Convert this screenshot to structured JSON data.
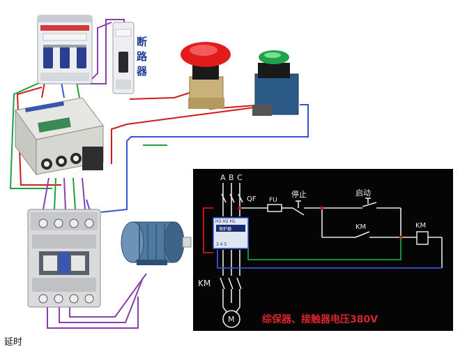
{
  "breaker_label": "断路器",
  "bottom_label": "延时",
  "schematic": {
    "phase_a": "A",
    "phase_b": "B",
    "phase_c": "C",
    "qf": "QF",
    "fu": "FU",
    "stop": "停止",
    "start": "启动",
    "km_hold": "KM",
    "km_coil": "KM",
    "km_main": "KM",
    "protector": "保护器",
    "protector_terminals_top": "H3 H2 H1",
    "protector_terminals_bottom": "3  4  5",
    "motor": "M",
    "caption": "综保器、接触器电压380V"
  },
  "colors": {
    "schematic_bg": "#050505",
    "wire_white": "#e8e8e8",
    "wire_red": "#d11a1a",
    "wire_green": "#17a33a",
    "wire_blue": "#3553d8",
    "wire_purple": "#8a3fa8",
    "wire_teal": "#1d8fb0",
    "label_blue": "#1f3f96",
    "caption_red": "#d8242c"
  }
}
